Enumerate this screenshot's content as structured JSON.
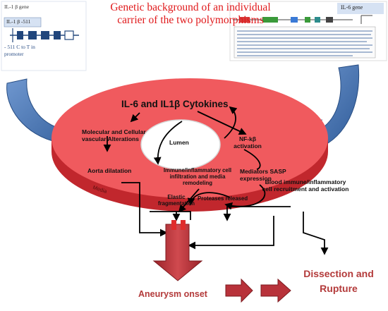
{
  "title": "Genetic background of an individual carrier of the two polymorphisms",
  "left_gene": {
    "gene_label": "IL-1 β gene",
    "box_label": "IL-1 β -511",
    "note_line1": "- 511 C to T in",
    "note_line2": "promoter"
  },
  "right_gene": {
    "gene_label": "IL-6  gene"
  },
  "ring": {
    "cytokines": "IL-6 and IL1β Cytokines",
    "lumen": "Lumen",
    "media": "Media",
    "molecular": "Molecular and Cellular vascular Alterations",
    "nfkb": "NF-kβ activation",
    "aorta_dilatation": "Aorta dilatation",
    "immune_infiltration": "Immune/inflammatory cell infiltration and media remodeling",
    "mediators": "Mediators  SASP expression",
    "elastic": "Elastic fragmentation",
    "proteases": "Proteases released"
  },
  "outside": {
    "blood_recruitment": "Blood immune/inflammatory cell recruitment and activation",
    "aneurysm_onset": "Aneurysm onset",
    "dissection": "Dissection and Rupture"
  },
  "colors": {
    "ring_fill": "#f05a5e",
    "ring_side": "#c1272d",
    "title_red": "#e0191b",
    "outcome_red": "#b33a3a",
    "blue_arrow": "#3d6faf",
    "big_arrow": "#b8323a"
  }
}
